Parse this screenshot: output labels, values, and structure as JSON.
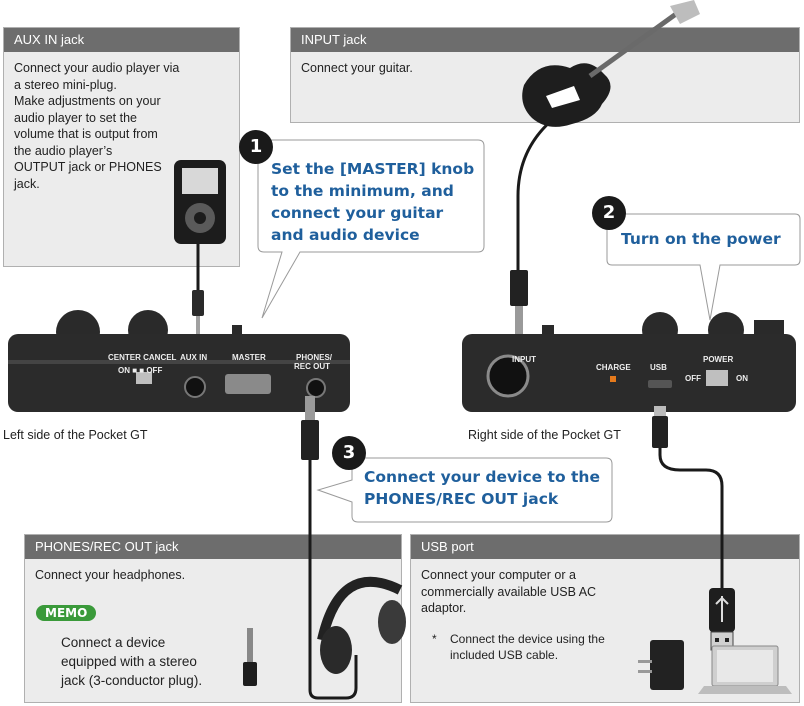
{
  "aux_in": {
    "title": "AUX IN jack",
    "lines": [
      "Connect your audio player via",
      "a stereo mini-plug.",
      "Make adjustments on your",
      "audio player to set the",
      "volume that is output from",
      "the audio player’s",
      "OUTPUT jack or PHONES",
      "jack."
    ]
  },
  "input_jack": {
    "title": "INPUT jack",
    "text": "Connect your guitar."
  },
  "steps": [
    {
      "number": "1",
      "lines": [
        "Set the [MASTER] knob",
        "to the minimum, and",
        "connect your guitar",
        "and audio device"
      ]
    },
    {
      "number": "2",
      "lines": [
        "Turn on the power"
      ]
    },
    {
      "number": "3",
      "lines": [
        "Connect your device to the",
        "PHONES/REC OUT jack"
      ]
    }
  ],
  "left_device": {
    "caption": "Left side of the Pocket GT",
    "labels": {
      "center_cancel": "CENTER CANCEL",
      "on_off": "ON ■ ■ OFF",
      "aux_in": "AUX IN",
      "master": "MASTER",
      "phones": "PHONES/",
      "rec_out": "REC OUT"
    }
  },
  "right_device": {
    "caption": "Right side of the Pocket GT",
    "labels": {
      "input": "INPUT",
      "charge": "CHARGE",
      "usb": "USB",
      "power": "POWER",
      "off": "OFF",
      "on": "ON"
    }
  },
  "phones_rec_out": {
    "title": "PHONES/REC OUT jack",
    "text": "Connect your headphones.",
    "memo_label": "MEMO",
    "memo_lines": [
      "Connect a device",
      "equipped with a stereo",
      "jack (3-conductor plug)."
    ]
  },
  "usb_port": {
    "title": "USB port",
    "lines": [
      "Connect your computer or a",
      "commercially available USB AC",
      "adaptor."
    ],
    "note_mark": "*",
    "note_lines": [
      "Connect the device using the",
      "included USB cable."
    ]
  },
  "colors": {
    "step_text": "#1f5f9c",
    "panel_header": "#6d6d6d",
    "panel_bg": "#ececec",
    "memo": "#3a9a3a"
  }
}
